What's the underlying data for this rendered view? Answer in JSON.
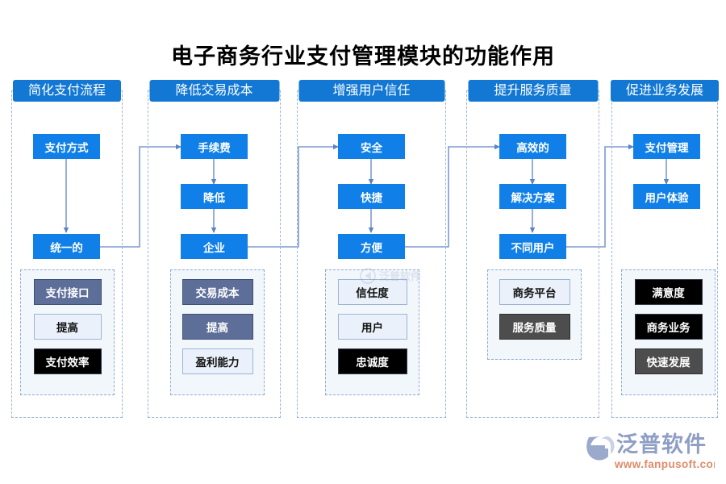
{
  "title": "电子商务行业支付管理模块的功能作用",
  "colors": {
    "blue": "#1080e8",
    "header_blue": "#1278d4",
    "slate": "#5d6e99",
    "light": "#eaf1fa",
    "black": "#000000",
    "gray": "#4d4d4d",
    "dashed_border": "#9db4d6",
    "connector": "#7e9ad0"
  },
  "columns": [
    {
      "header": "简化支付流程",
      "flow": [
        "支付方式",
        "统一的"
      ],
      "tags": [
        {
          "label": "支付接口",
          "style": "slate"
        },
        {
          "label": "提高",
          "style": "light"
        },
        {
          "label": "支付效率",
          "style": "black"
        }
      ]
    },
    {
      "header": "降低交易成本",
      "flow": [
        "手续费",
        "降低",
        "企业"
      ],
      "tags": [
        {
          "label": "交易成本",
          "style": "slate"
        },
        {
          "label": "提高",
          "style": "slate"
        },
        {
          "label": "盈利能力",
          "style": "light"
        }
      ]
    },
    {
      "header": "增强用户信任",
      "flow": [
        "安全",
        "快捷",
        "方便"
      ],
      "tags": [
        {
          "label": "信任度",
          "style": "light"
        },
        {
          "label": "用户",
          "style": "light"
        },
        {
          "label": "忠诚度",
          "style": "black"
        }
      ]
    },
    {
      "header": "提升服务质量",
      "flow": [
        "高效的",
        "解决方案",
        "不同用户"
      ],
      "tags": [
        {
          "label": "商务平台",
          "style": "light"
        },
        {
          "label": "服务质量",
          "style": "gray"
        }
      ]
    },
    {
      "header": "促进业务发展",
      "flow": [
        "支付管理",
        "用户体验"
      ],
      "tags": [
        {
          "label": "满意度",
          "style": "black"
        },
        {
          "label": "商务业务",
          "style": "black"
        },
        {
          "label": "快速发展",
          "style": "gray"
        }
      ]
    }
  ],
  "branding": {
    "company": "泛普软件",
    "url": "www.fanpusoft.com",
    "watermark": "泛普软件"
  }
}
